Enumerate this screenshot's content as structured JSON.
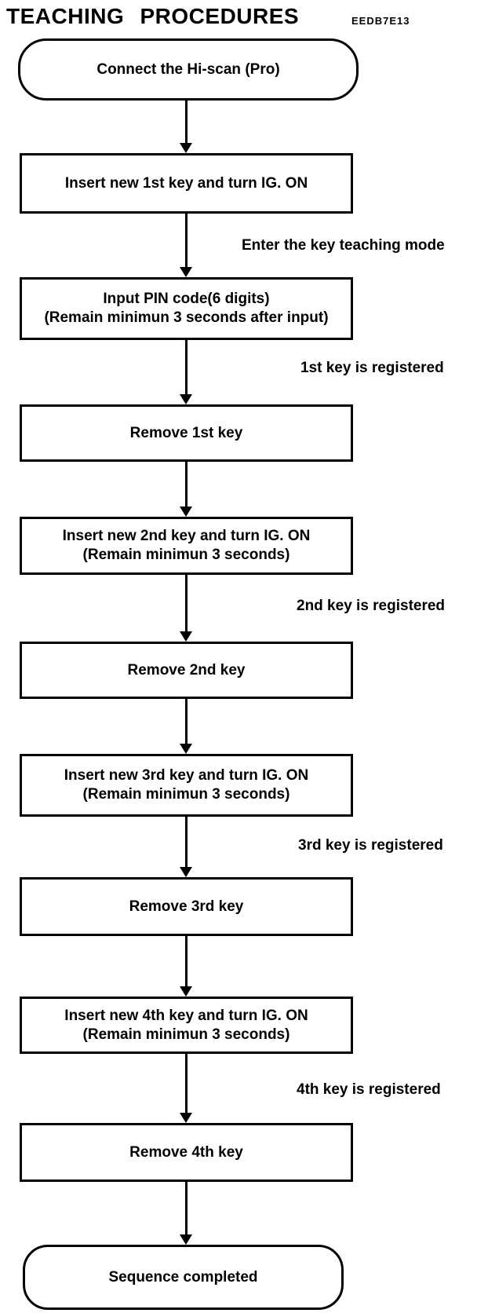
{
  "page": {
    "title": "TEACHING PROCEDURES",
    "code": "EEDB7E13",
    "ink_color": "#000000",
    "background_color": "#ffffff"
  },
  "flowchart": {
    "start": {
      "label": "Connect the Hi-scan (Pro)"
    },
    "steps": [
      {
        "label": "Insert new 1st key and turn IG. ON"
      },
      {
        "label": "Input PIN code(6 digits)",
        "sublabel": "(Remain minimun 3 seconds after input)"
      },
      {
        "label": "Remove 1st key"
      },
      {
        "label": "Insert new 2nd key and turn IG. ON",
        "sublabel": "(Remain minimun 3 seconds)"
      },
      {
        "label": "Remove 2nd key"
      },
      {
        "label": "Insert new 3rd key and turn IG. ON",
        "sublabel": "(Remain minimun 3 seconds)"
      },
      {
        "label": "Remove 3rd key"
      },
      {
        "label": "Insert new 4th key and turn IG. ON",
        "sublabel": "(Remain minimun 3 seconds)"
      },
      {
        "label": "Remove 4th key"
      }
    ],
    "end": {
      "label": "Sequence completed"
    },
    "annotations": [
      "Enter the key teaching mode",
      "1st key is registered",
      "2nd key is registered",
      "3rd key is registered",
      "4th key is registered"
    ]
  }
}
